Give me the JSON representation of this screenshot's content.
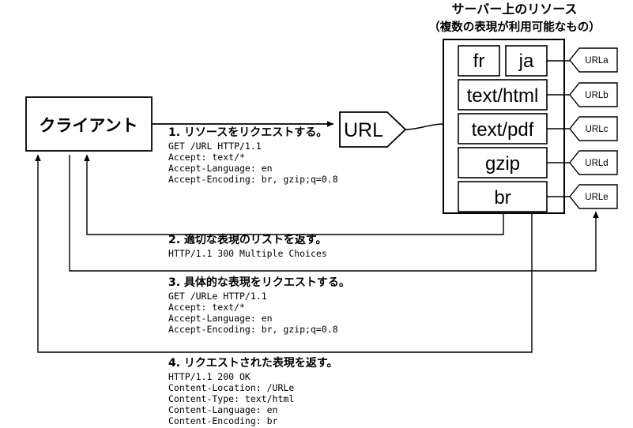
{
  "header": {
    "title": "サーバー上のリソース",
    "subtitle": "（複数の表現が利用可能なもの）"
  },
  "nodes": {
    "client": "クライアント",
    "url": "URL"
  },
  "server_resources": {
    "row1": [
      {
        "label": "fr"
      },
      {
        "label": "ja"
      }
    ],
    "rows": [
      {
        "label": "text/html"
      },
      {
        "label": "text/pdf"
      },
      {
        "label": "gzip"
      },
      {
        "label": "br"
      }
    ]
  },
  "url_flags": [
    {
      "label": "URLa"
    },
    {
      "label": "URLb"
    },
    {
      "label": "URLc"
    },
    {
      "label": "URLd"
    },
    {
      "label": "URLe"
    }
  ],
  "steps": [
    {
      "id": "step-1",
      "heading": "1. リソースをリクエストする。",
      "code": [
        "GET /URL HTTP/1.1",
        "Accept: text/*",
        "Accept-Language: en",
        "Accept-Encoding: br, gzip;q=0.8"
      ]
    },
    {
      "id": "step-2",
      "heading": "2. 適切な表現のリストを返す。",
      "code": [
        "HTTP/1.1 300 Multiple Choices"
      ]
    },
    {
      "id": "step-3",
      "heading": "3. 具体的な表現をリクエストする。",
      "code": [
        "GET /URLe HTTP/1.1",
        "Accept: text/*",
        "Accept-Language: en",
        "Accept-Encoding: br, gzip;q=0.8"
      ]
    },
    {
      "id": "step-4",
      "heading": "4. リクエストされた表現を返す。",
      "code": [
        "HTTP/1.1 200 OK",
        "Content-Location: /URLe",
        "Content-Type: text/html",
        "Content-Language: en",
        "Content-Encoding: br"
      ]
    }
  ],
  "colors": {
    "stroke": "#000000",
    "background": "#ffffff",
    "text": "#000000"
  }
}
